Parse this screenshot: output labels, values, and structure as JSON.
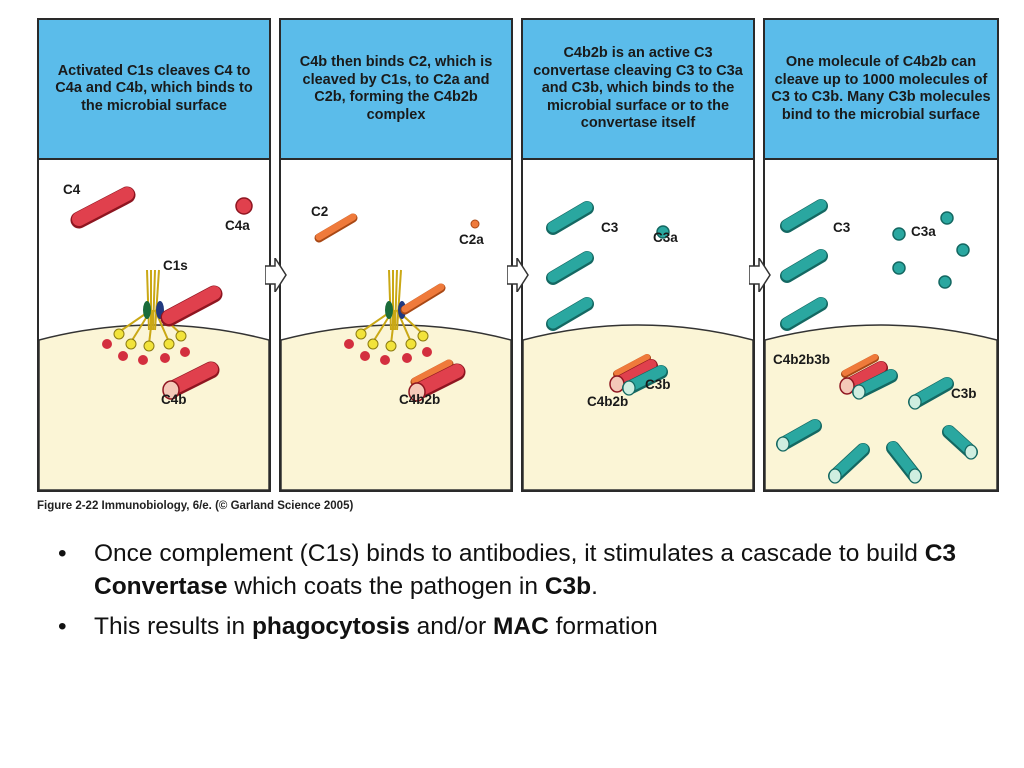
{
  "panels": [
    {
      "header": "Activated C1s cleaves C4 to C4a and C4b, which binds to the microbial surface",
      "labels": {
        "c4": "C4",
        "c4a": "C4a",
        "c1s": "C1s",
        "c4b": "C4b"
      }
    },
    {
      "header": "C4b then binds C2, which is cleaved by C1s, to C2a and C2b, forming the C4b2b complex",
      "labels": {
        "c2": "C2",
        "c2a": "C2a",
        "c4b2b": "C4b2b"
      }
    },
    {
      "header": "C4b2b is an active C3 convertase cleaving C3 to C3a and C3b, which binds to the microbial surface or to the convertase itself",
      "labels": {
        "c3": "C3",
        "c3a": "C3a",
        "c3b": "C3b",
        "c4b2b": "C4b2b"
      }
    },
    {
      "header": "One molecule of C4b2b can cleave up to 1000 molecules of C3 to C3b. Many C3b molecules bind to the microbial surface",
      "labels": {
        "c3": "C3",
        "c3a": "C3a",
        "c4b2b3b": "C4b2b3b",
        "c3b": "C3b"
      }
    }
  ],
  "caption": "Figure 2-22 Immunobiology, 6/e. (© Garland Science 2005)",
  "bullets": [
    {
      "pre": "Once complement (C1s) binds to antibodies, it stimulates a cascade to build ",
      "b1": "C3 Convertase",
      "mid": " which coats the pathogen in ",
      "b2": "C3b",
      "post": "."
    },
    {
      "pre": "This results in ",
      "b1": "phagocytosis",
      "mid": " and/or ",
      "b2": "MAC",
      "post": " formation"
    }
  ],
  "bullet_char": "•",
  "colors": {
    "header": "#5bbcea",
    "surface": "#fbf5d6",
    "c4": "#e0404d",
    "c2": "#ef7a3b",
    "c3": "#2aa7a0",
    "antibody": "#f2e33a"
  }
}
